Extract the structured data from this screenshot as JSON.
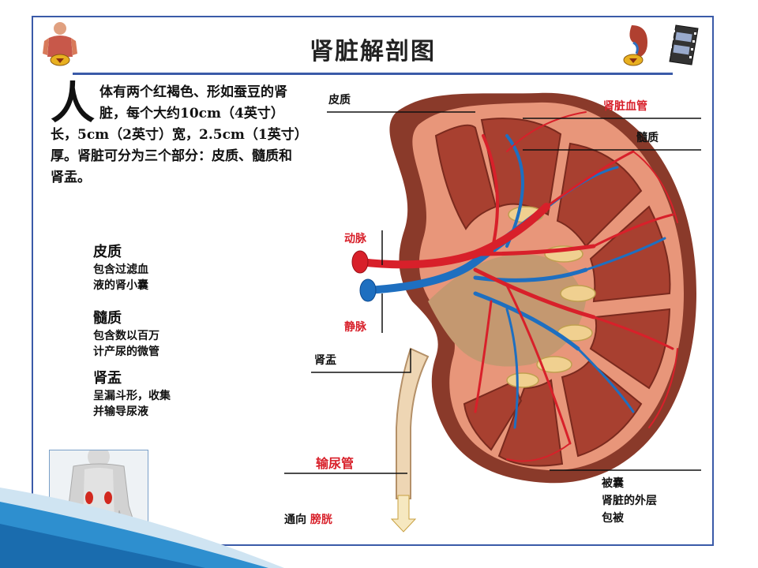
{
  "title": "肾脏解剖图",
  "intro": {
    "dropcap": "人",
    "text": "体有两个红褐色、形如蚕豆的肾脏，每个大约10cm（4英寸）长，5cm（2英寸）宽，2.5cm（1英寸）厚。肾脏可分为三个部分：皮质、髓质和肾盂。"
  },
  "sections": [
    {
      "heading": "皮质",
      "line1": "包含过滤血",
      "line2": "液的肾小囊"
    },
    {
      "heading": "髓质",
      "line1": "包含数以百万",
      "line2": "计产尿的微管"
    },
    {
      "heading": "肾盂",
      "line1": "呈漏斗形，收集",
      "line2": "并输导尿液"
    }
  ],
  "labels": {
    "cortex": "皮质",
    "renal_vessels": "肾脏血管",
    "medulla": "髓质",
    "artery": "动脉",
    "vein": "静脉",
    "pelvis": "肾盂",
    "ureter": "输尿管",
    "to_prefix": "通向",
    "bladder": "膀胱",
    "capsule_title": "被囊",
    "capsule_line1": "肾脏的外层",
    "capsule_line2": "包被"
  },
  "colors": {
    "accent_blue": "#3a5aa8",
    "artery_red": "#d8202a",
    "vein_blue": "#1e6fc0",
    "kidney_brown": "#8a3a2a",
    "cortex_pink": "#e8967a"
  },
  "icons": [
    "human-body-icon",
    "kidney-icon",
    "film-reel-icon"
  ]
}
